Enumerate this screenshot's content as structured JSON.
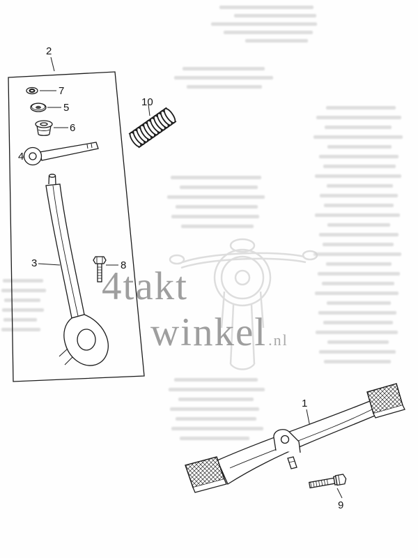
{
  "watermark": {
    "word1": "4takt",
    "word2": "winkel",
    "suffix": ".nl"
  },
  "diagram": {
    "description": "exploded view parts drawing",
    "callouts": [
      {
        "label": "1"
      },
      {
        "label": "2"
      },
      {
        "label": "3"
      },
      {
        "label": "4"
      },
      {
        "label": "5"
      },
      {
        "label": "6"
      },
      {
        "label": "7"
      },
      {
        "label": "8"
      },
      {
        "label": "9"
      },
      {
        "label": "10"
      }
    ]
  }
}
